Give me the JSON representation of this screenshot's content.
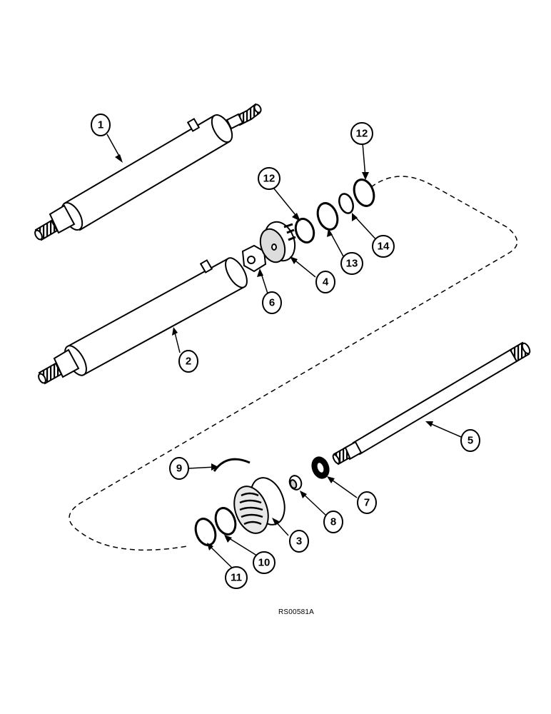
{
  "diagram": {
    "reference_code": "RS00581A",
    "callouts": [
      {
        "id": "c1",
        "label": "1"
      },
      {
        "id": "c2",
        "label": "2"
      },
      {
        "id": "c3",
        "label": "3"
      },
      {
        "id": "c4",
        "label": "4"
      },
      {
        "id": "c5",
        "label": "5"
      },
      {
        "id": "c6",
        "label": "6"
      },
      {
        "id": "c7",
        "label": "7"
      },
      {
        "id": "c8",
        "label": "8"
      },
      {
        "id": "c9",
        "label": "9"
      },
      {
        "id": "c10",
        "label": "10"
      },
      {
        "id": "c11",
        "label": "11"
      },
      {
        "id": "c12a",
        "label": "12"
      },
      {
        "id": "c12b",
        "label": "12"
      },
      {
        "id": "c13",
        "label": "13"
      },
      {
        "id": "c14",
        "label": "14"
      }
    ]
  }
}
